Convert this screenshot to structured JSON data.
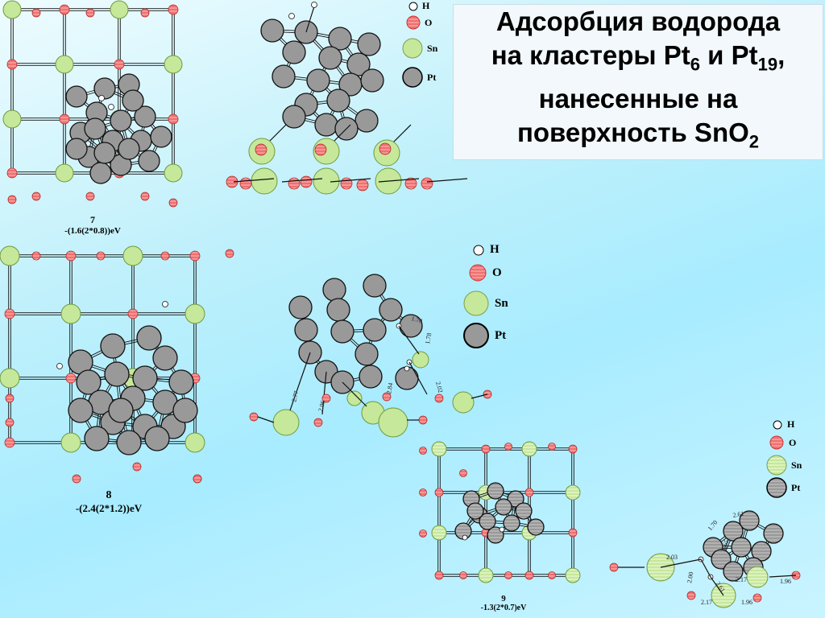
{
  "title": {
    "line1": "Адсорбция водорода",
    "line2_pre": "на кластеры Pt",
    "sub1": "6",
    "line2_mid": " и Pt",
    "sub2": "19",
    "line2_post": ",",
    "line3": "нанесенные на",
    "line4_pre": "поверхность SnO",
    "sub3": "2"
  },
  "legend_labels": {
    "h": "H",
    "o": "O",
    "sn": "Sn",
    "pt": "Pt"
  },
  "structures": [
    {
      "number": "7",
      "energy": "-(1.6(2*0.8))eV"
    },
    {
      "number": "8",
      "energy": "-(2.4(2*1.2))eV"
    },
    {
      "number": "9",
      "energy": "-1.3(2*0.7)eV"
    }
  ],
  "bond_lengths_mid": [
    "1.70",
    "1.78",
    "2.02",
    "2.77",
    "2.06",
    "2.84"
  ],
  "bond_lengths_right": [
    "2.61",
    "1.70",
    "2.65",
    "2.03",
    "2.00",
    "2.61",
    "2.17",
    "1.96",
    "2.17",
    "1.96"
  ],
  "colors": {
    "pt": "#9a9a9a",
    "sn": "#c6e89a",
    "o": "#f07070",
    "h": "#ffffff"
  }
}
